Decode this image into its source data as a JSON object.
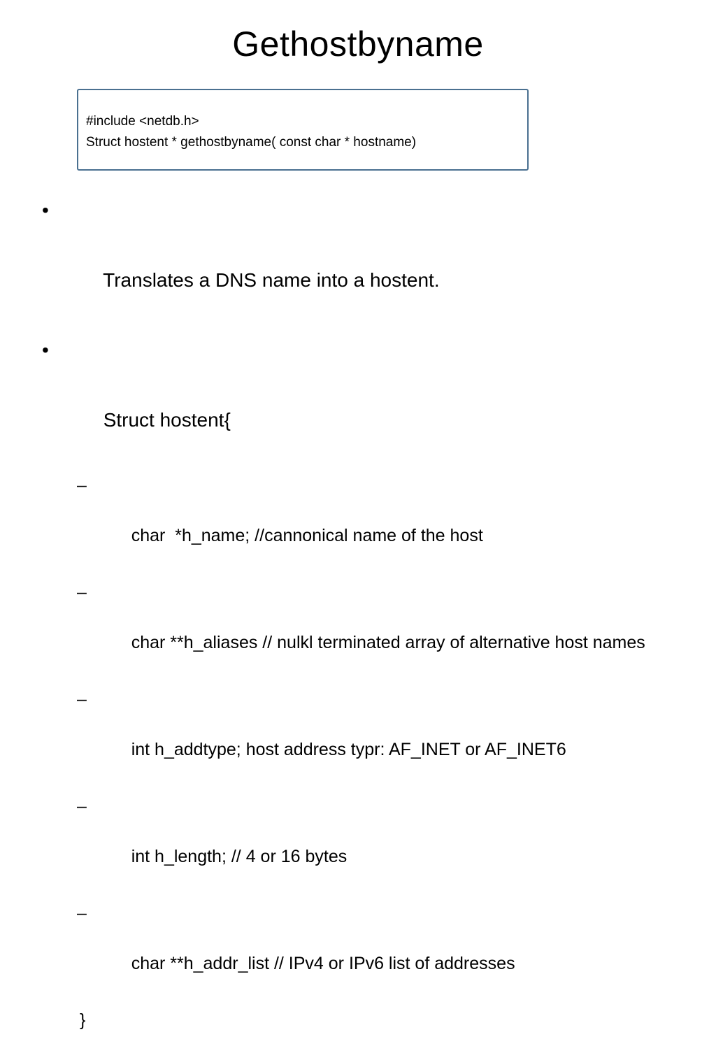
{
  "slide": {
    "title": "Gethostbyname",
    "code_lines": [
      "#include <netdb.h>",
      "Struct hostent * gethostbyname( const char * hostname)"
    ],
    "bullet_mark": "•",
    "sub_mark": "–",
    "bullets": [
      "Translates a DNS name into a hostent.",
      "Struct hostent{"
    ],
    "sub_bullets": [
      "char  *h_name; //cannonical name of the host",
      "char **h_aliases // nulkl terminated array of alternative host names",
      "int h_addtype; host address typr: AF_INET or AF_INET6",
      "int h_length; // 4 or 16 bytes",
      "char **h_addr_list // IPv4 or IPv6 list of addresses"
    ],
    "closing": "}"
  }
}
